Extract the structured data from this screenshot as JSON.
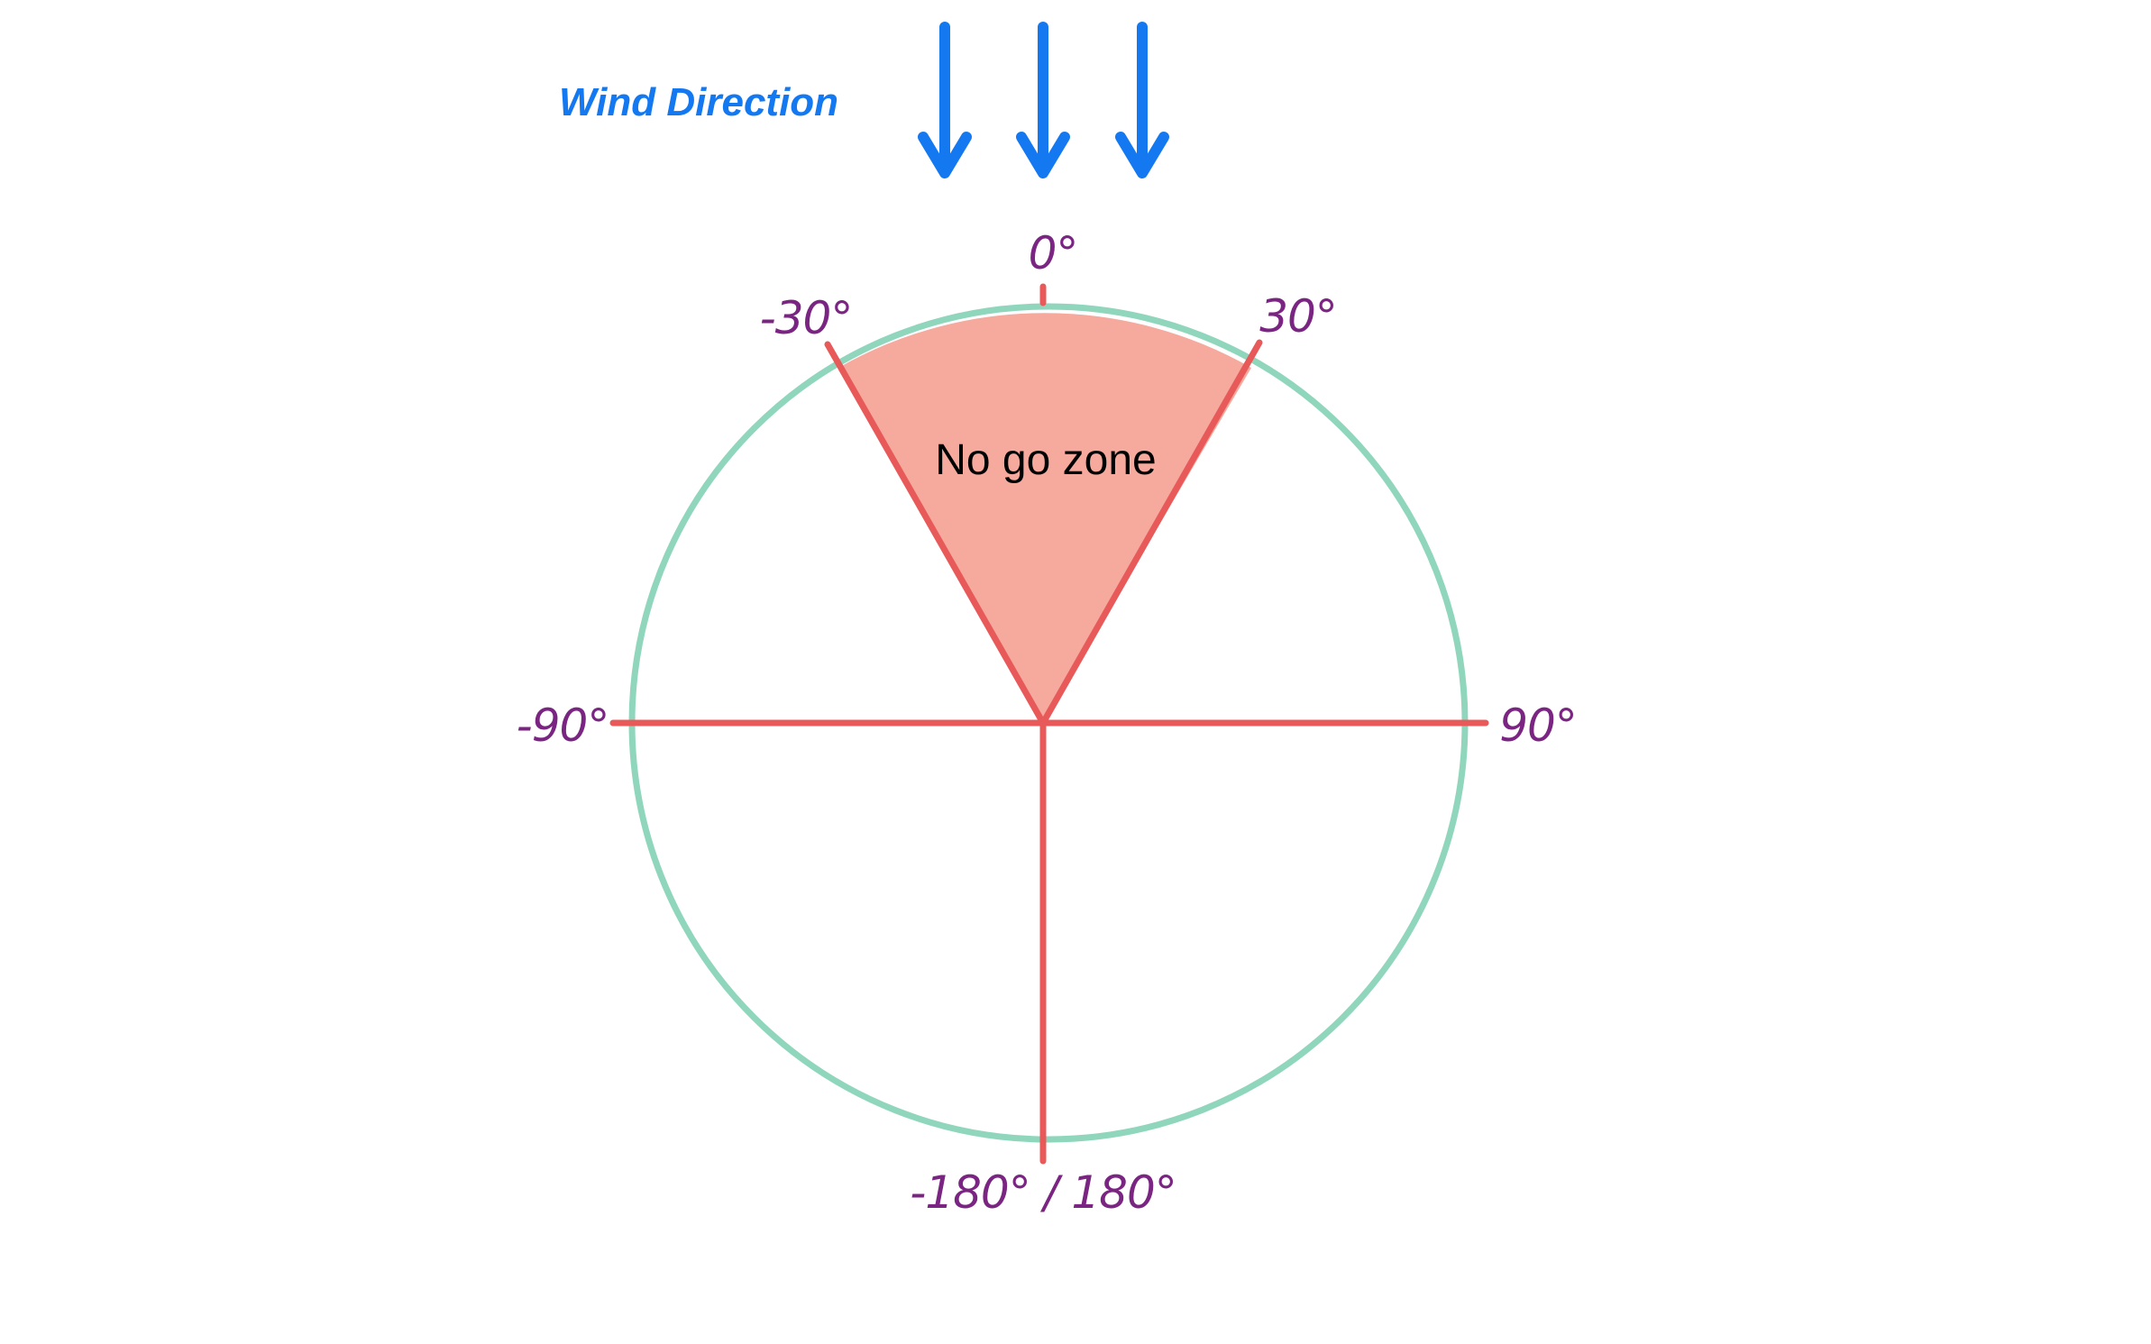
{
  "wind": {
    "title": "Wind Direction",
    "arrow_count": 3,
    "color": "#1479f0"
  },
  "zone": {
    "label": "No go zone",
    "start_angle_deg": -30,
    "end_angle_deg": 30,
    "fill_color": "#f6a99d"
  },
  "angles": {
    "zero": "0°",
    "neg30": "-30°",
    "pos30": "30°",
    "neg90": "-90°",
    "pos90": "90°",
    "bottom": "-180° / 180°"
  },
  "colors": {
    "circle": "#8fd6bd",
    "axis_lines": "#e85a5a",
    "angle_labels": "#7b2583",
    "zone_text": "#000000"
  }
}
